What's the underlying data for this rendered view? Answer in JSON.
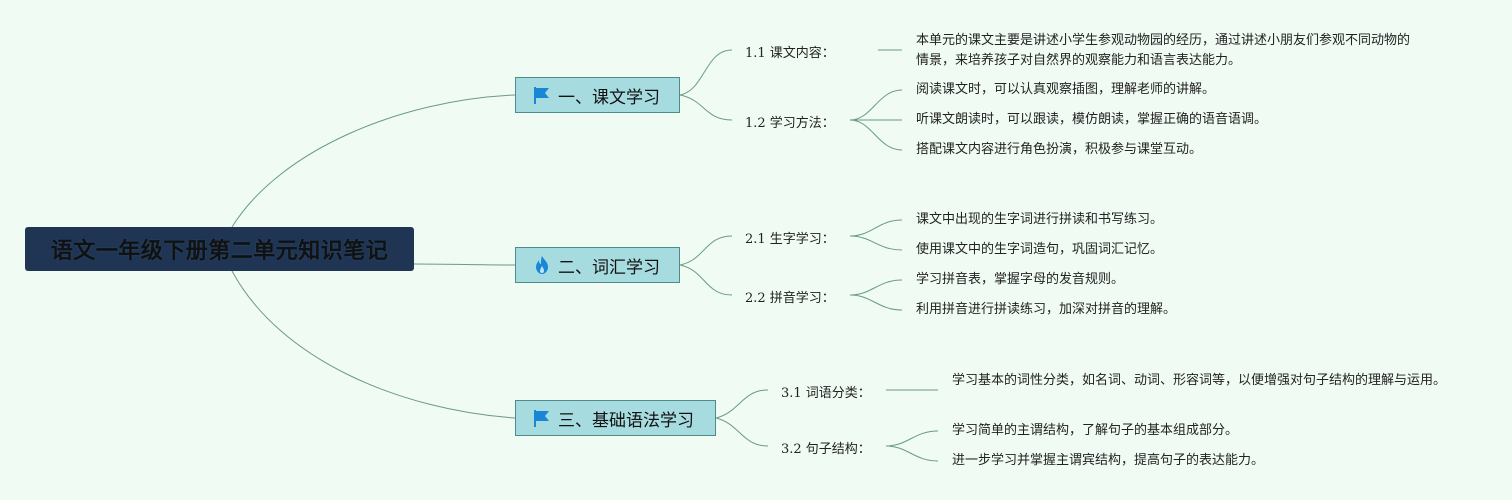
{
  "title": "语文一年级下册第二单元知识笔记",
  "colors": {
    "background": "#f0fbf3",
    "root_fill": "#1f3553",
    "branch_fill": "#a6dbe0",
    "branch_border": "#4e8c8a",
    "line": "#6a9a88",
    "icon": "#1a86d6"
  },
  "branches": [
    {
      "label": "一、课文学习",
      "icon": "flag-icon",
      "subs": [
        {
          "label": "1.1 课文内容：",
          "leaves": [
            "本单元的课文主要是讲述小学生参观动物园的经历，通过讲述小朋友们参观不同动物的情景，来培养孩子对自然界的观察能力和语言表达能力。"
          ]
        },
        {
          "label": "1.2 学习方法：",
          "leaves": [
            "阅读课文时，可以认真观察插图，理解老师的讲解。",
            "听课文朗读时，可以跟读，模仿朗读，掌握正确的语音语调。",
            "搭配课文内容进行角色扮演，积极参与课堂互动。"
          ]
        }
      ]
    },
    {
      "label": "二、词汇学习",
      "icon": "fire-icon",
      "subs": [
        {
          "label": "2.1 生字学习：",
          "leaves": [
            "课文中出现的生字词进行拼读和书写练习。",
            "使用课文中的生字词造句，巩固词汇记忆。"
          ]
        },
        {
          "label": "2.2 拼音学习：",
          "leaves": [
            "学习拼音表，掌握字母的发音规则。",
            "利用拼音进行拼读练习，加深对拼音的理解。"
          ]
        }
      ]
    },
    {
      "label": "三、基础语法学习",
      "icon": "flag-icon",
      "subs": [
        {
          "label": "3.1 词语分类：",
          "leaves": [
            "学习基本的词性分类，如名词、动词、形容词等，以便增强对句子结构的理解与运用。"
          ]
        },
        {
          "label": "3.2 句子结构：",
          "leaves": [
            "学习简单的主谓结构，了解句子的基本组成部分。",
            "进一步学习并掌握主谓宾结构，提高句子的表达能力。"
          ]
        }
      ]
    }
  ]
}
